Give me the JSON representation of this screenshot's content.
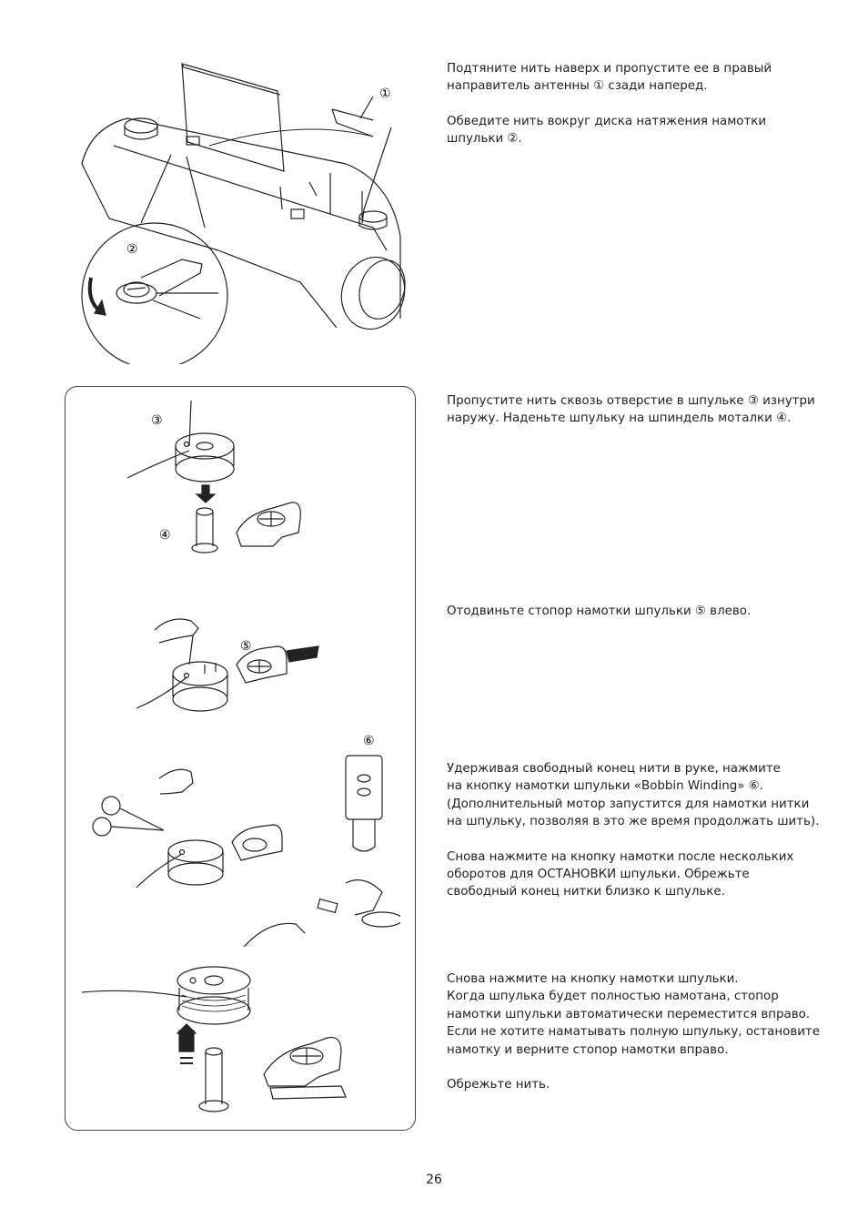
{
  "sections": [
    {
      "paragraphs": [
        [
          "Подтяните нить наверх и пропустите ее в правый",
          "направитель антенны ① сзади наперед."
        ],
        [
          "Обведите нить вокруг диска натяжения намотки",
          "шпульки ②."
        ]
      ]
    },
    {
      "paragraphs": [
        [
          "Пропустите нить сквозь отверстие в шпульке ③ изнутри",
          "наружу. Наденьте  шпульку на шпиндель моталки ④."
        ]
      ]
    },
    {
      "paragraphs": [
        [
          "Отодвиньте стопор намотки шпульки ⑤ влево."
        ]
      ]
    },
    {
      "paragraphs": [
        [
          "Удерживая свободный конец нити в руке, нажмите",
          "на кнопку намотки шпульки «Bobbin Winding» ⑥.",
          "(Дополнительный мотор запустится для намотки нитки",
          "на шпульку, позволяя в это же время продолжать шить)."
        ],
        [
          "Снова нажмите на кнопку намотки после нескольких",
          "оборотов для ОСТАНОВКИ шпульки. Обрежьте",
          "свободный конец нитки близко к шпульке."
        ]
      ]
    },
    {
      "paragraphs": [
        [
          "Снова нажмите на кнопку намотки шпульки.",
          "Когда шпулька будет полностью намотана, стопор",
          "намотки шпульки автоматически переместится вправо.",
          "Если не хотите наматывать полную шпульку, остановите",
          "намотку и верните стопор намотки вправо."
        ],
        [
          "Обрежьте нить."
        ]
      ]
    }
  ],
  "figure_labels": {
    "l1": "①",
    "l2": "②",
    "l3": "③",
    "l4": "④",
    "l5": "⑤",
    "l6": "⑥"
  },
  "page_number": "26"
}
